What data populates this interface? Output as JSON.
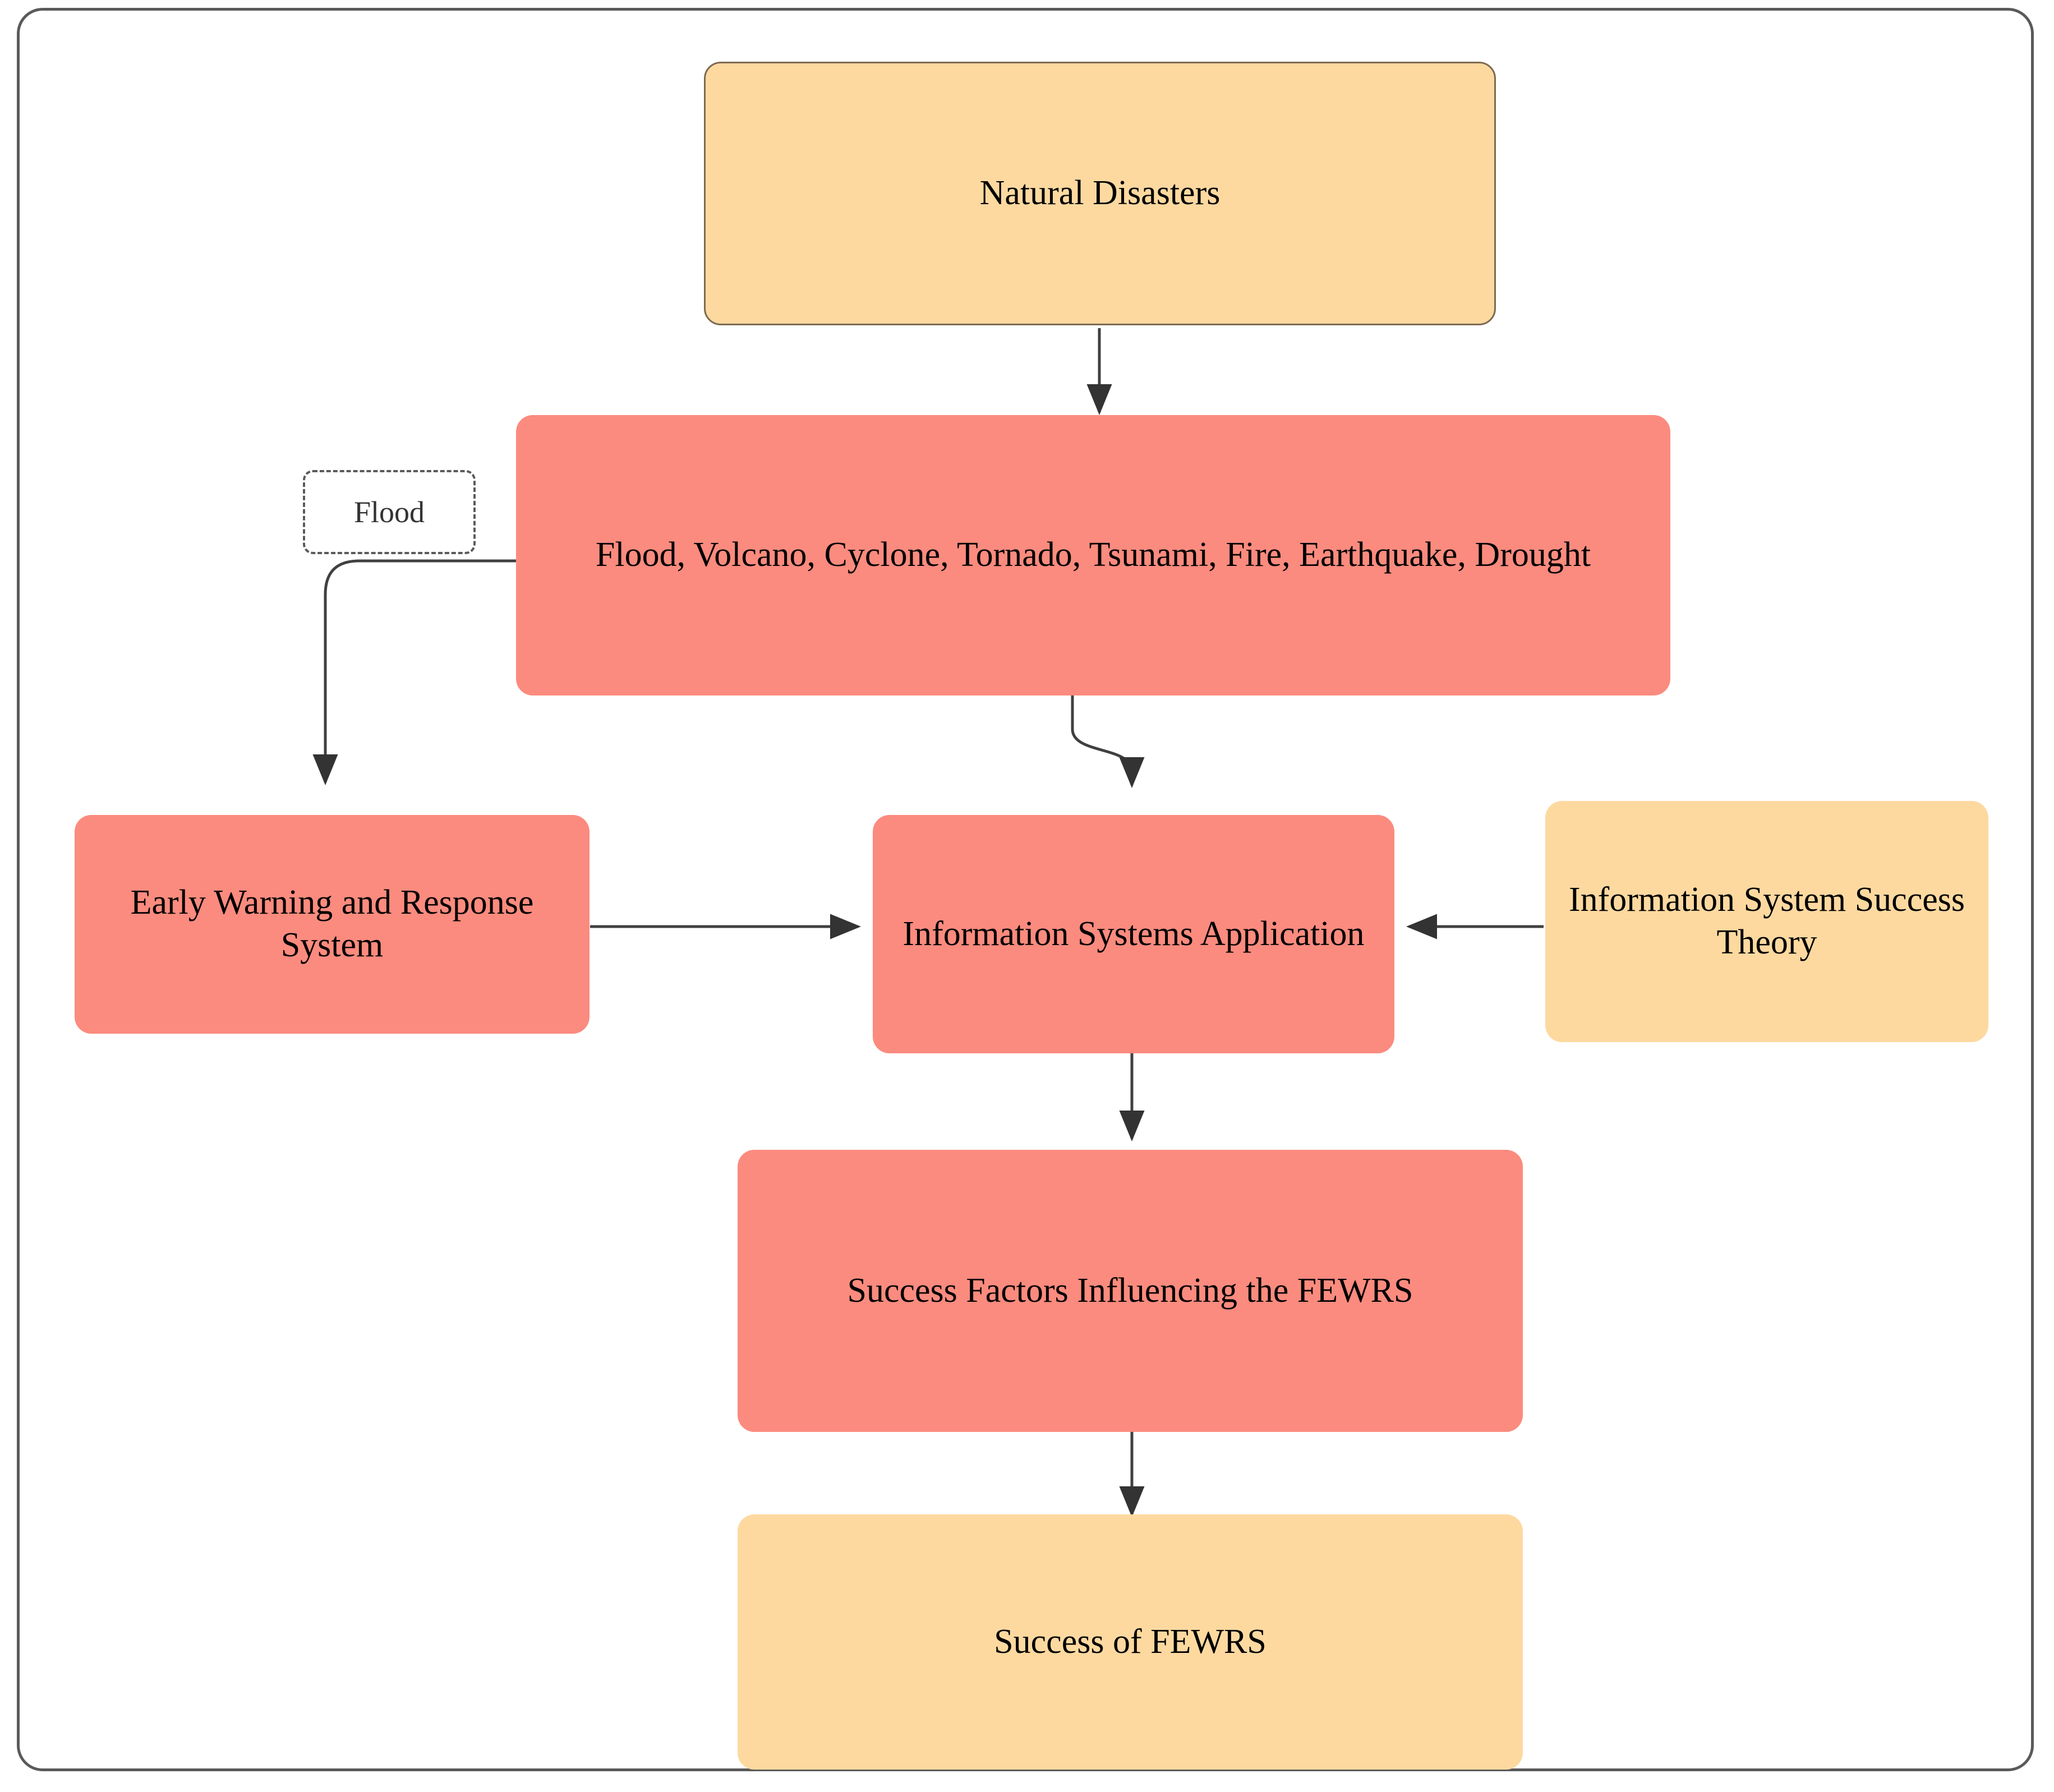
{
  "diagram": {
    "type": "flowchart",
    "title": "",
    "orientation": "top-to-bottom",
    "colors": {
      "node_orange": "#FDD9A0",
      "node_red": "#FB8B7E",
      "edge_stroke": "#404040",
      "frame_stroke": "#5a5a5a",
      "text": "#000000"
    },
    "nodes": [
      {
        "id": "natural-disasters",
        "label": "Natural Disasters",
        "fill": "#FDD9A0",
        "style": "orange-stroked"
      },
      {
        "id": "disaster-types",
        "label": "Flood, Volcano, Cyclone, Tornado, Tsunami, Fire, Earthquake, Drought",
        "fill": "#FB8B7E",
        "style": "red"
      },
      {
        "id": "early-warning-response-system",
        "label": "Early Warning and Response System",
        "fill": "#FB8B7E",
        "style": "red"
      },
      {
        "id": "information-systems-application",
        "label": "Information Systems Application",
        "fill": "#FB8B7E",
        "style": "red"
      },
      {
        "id": "information-system-success-theory",
        "label": "Information System Success Theory",
        "fill": "#FDD9A0",
        "style": "orange"
      },
      {
        "id": "success-factors",
        "label": "Success Factors Influencing the FEWRS",
        "fill": "#FB8B7E",
        "style": "red"
      },
      {
        "id": "success-of-fewrs",
        "label": "Success of FEWRS",
        "fill": "#FDD9A0",
        "style": "orange"
      }
    ],
    "edge_labels": [
      {
        "id": "flood-label",
        "text": "Flood"
      }
    ],
    "edges": [
      {
        "from": "natural-disasters",
        "to": "disaster-types",
        "label": "",
        "arrow": "down"
      },
      {
        "from": "disaster-types",
        "to": "early-warning-response-system",
        "label": "Flood",
        "arrow": "down"
      },
      {
        "from": "disaster-types",
        "to": "information-systems-application",
        "label": "",
        "arrow": "down"
      },
      {
        "from": "early-warning-response-system",
        "to": "information-systems-application",
        "label": "",
        "arrow": "right"
      },
      {
        "from": "information-system-success-theory",
        "to": "information-systems-application",
        "label": "",
        "arrow": "left"
      },
      {
        "from": "information-systems-application",
        "to": "success-factors",
        "label": "",
        "arrow": "down"
      },
      {
        "from": "success-factors",
        "to": "success-of-fewrs",
        "label": "",
        "arrow": "down"
      }
    ]
  }
}
